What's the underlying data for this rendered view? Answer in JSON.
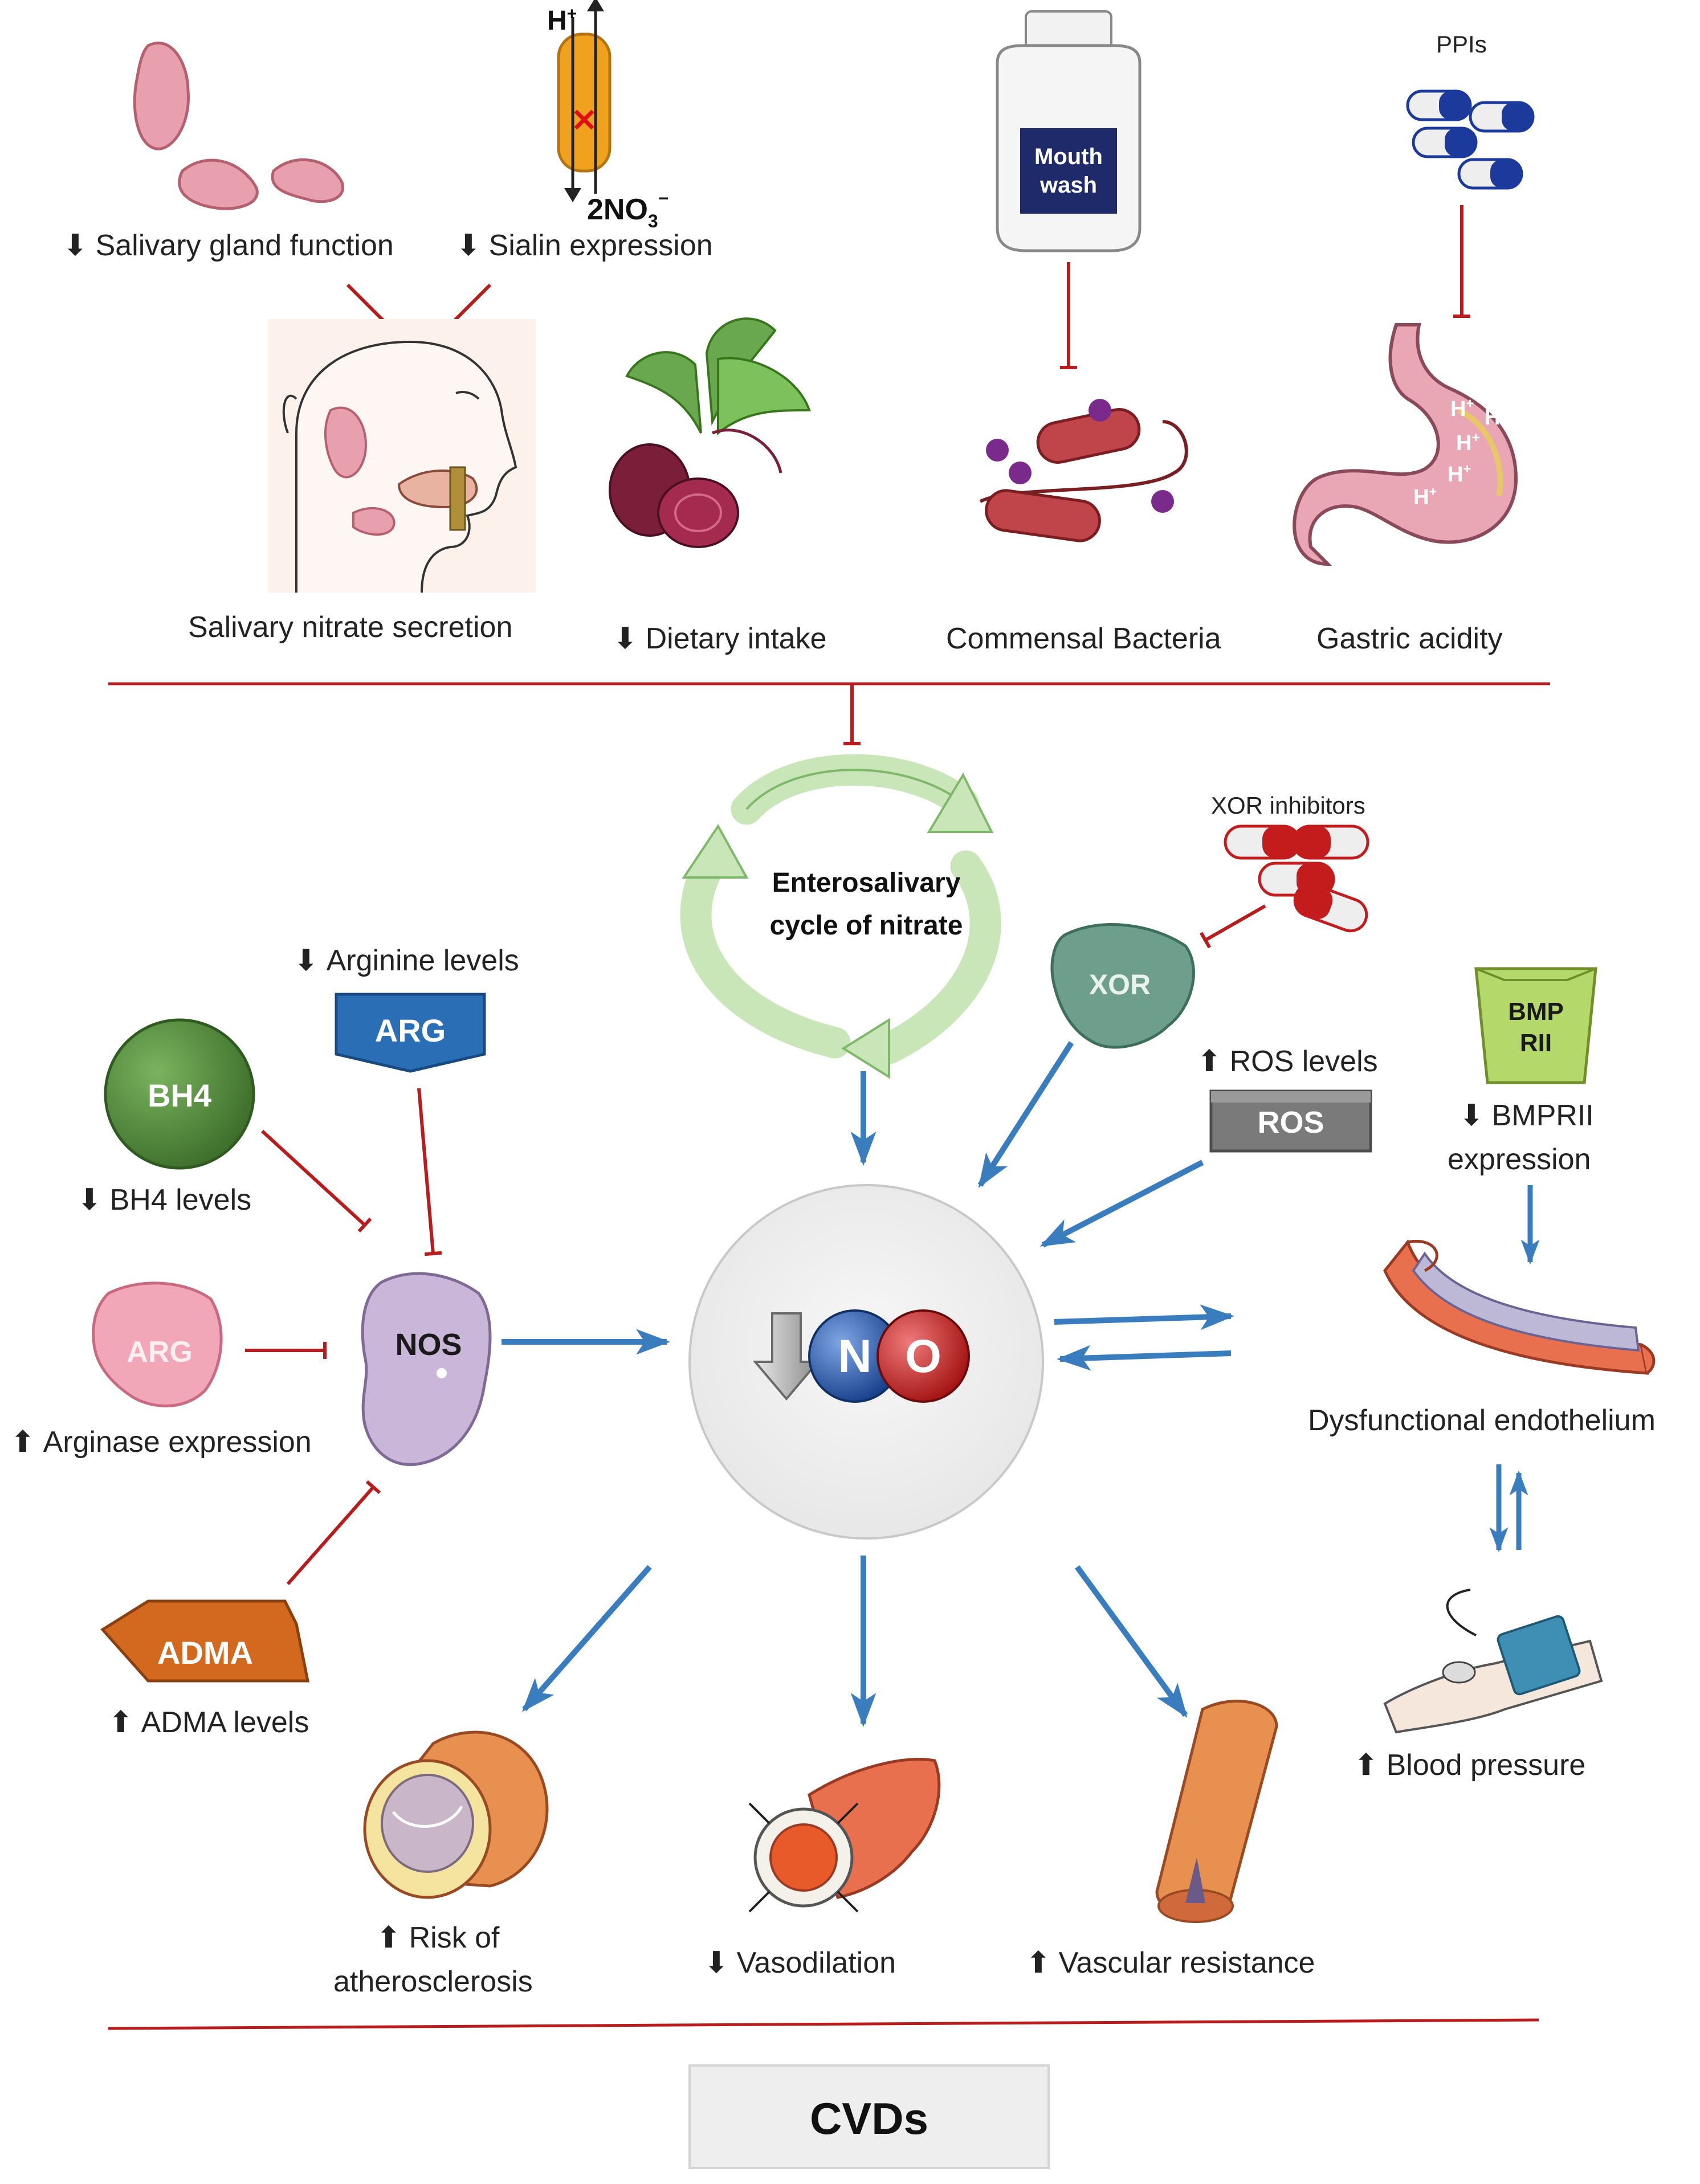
{
  "top": {
    "salivary_gland": {
      "arrow": "⬇",
      "label": "Salivary gland  function"
    },
    "sialin": {
      "arrow": "⬇",
      "label": "Sialin expression",
      "hplus": "H",
      "hplus_sup": "+",
      "nitrate": "2NO",
      "nitrate_sub": "3",
      "nitrate_sup": "−"
    },
    "mouthwash": {
      "label_line1": "Mouth",
      "label_line2": "wash"
    },
    "ppis": {
      "label": "PPIs"
    },
    "stomach": {
      "hplus": "H",
      "hplus_sup": "+"
    },
    "captions": {
      "salivary_secretion": "Salivary nitrate secretion",
      "dietary": {
        "arrow": "⬇",
        "label": "Dietary intake"
      },
      "bacteria": "Commensal Bacteria",
      "gastric": "Gastric acidity"
    }
  },
  "middle": {
    "cycle": {
      "line1": "Enterosalivary",
      "line2": "cycle of nitrate"
    },
    "xor_inhibitors": {
      "label": "XOR inhibitors"
    },
    "xor": {
      "label": "XOR"
    },
    "bmpr": {
      "line1": "BMP",
      "line2": "RII",
      "arrow": "⬇",
      "caption_line1": "BMPRII",
      "caption_line2": "expression"
    },
    "ros": {
      "label": "ROS",
      "arrow": "⬆",
      "caption": "ROS levels"
    },
    "arg_top": {
      "label": "ARG",
      "arrow": "⬇",
      "caption": "Arginine  levels"
    },
    "bh4": {
      "label": "BH4",
      "arrow": "⬇",
      "caption": "BH4 levels"
    },
    "arg_left": {
      "label": "ARG",
      "arrow": "⬆",
      "caption": "Arginase  expression"
    },
    "adma": {
      "label": "ADMA",
      "arrow": "⬆",
      "caption": "ADMA  levels"
    },
    "nos": {
      "label": "NOS"
    },
    "no": {
      "n": "N",
      "o": "O"
    },
    "endothelium": {
      "caption": "Dysfunctional endothelium"
    },
    "blood_pressure": {
      "arrow": "⬆",
      "caption": "Blood pressure"
    }
  },
  "outcomes": {
    "atherosclerosis": {
      "arrow": "⬆",
      "line1": "Risk of",
      "line2": "atherosclerosis"
    },
    "vasodilation": {
      "arrow": "⬇",
      "label": "Vasodilation"
    },
    "resistance": {
      "arrow": "⬆",
      "label": "Vascular resistance"
    }
  },
  "footer": {
    "label": "CVDs"
  },
  "colors": {
    "inhibit_red": "#b81c1c",
    "flow_blue": "#3a7dbf",
    "cycle_green": "#9ccc8c",
    "arg_blue": "#2a6fb6",
    "bh4_green": "#4e8a3a",
    "adma_orange": "#d2691e",
    "ros_gray": "#7a7a7a",
    "bmpr_green": "#b5d86a",
    "nos_purple": "#c9b6d8",
    "xor_teal": "#6e9e8c",
    "n_blue": "#1f4fa3",
    "o_red": "#c81d1d"
  }
}
